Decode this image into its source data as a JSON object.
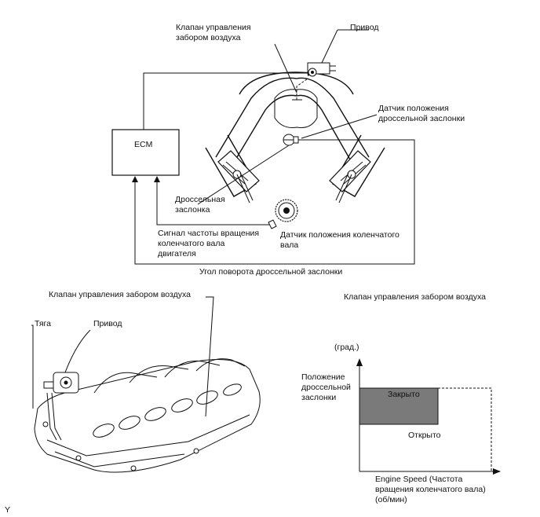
{
  "top_diagram": {
    "label_iacv": "Клапан управления\nзабором воздуха",
    "label_actuator": "Привод",
    "label_tps": "Датчик положения\nдроссельной заслонки",
    "label_ecm": "ECM",
    "label_throttle_valve": "Дроссельная\nзаслонка",
    "label_engine_speed_signal": "Сигнал частоты вращения\nколенчатого вала\nдвигателя",
    "label_crank_sensor": "Датчик положения коленчатого\nвала",
    "label_throttle_angle": "Угол поворота дроссельной заслонки"
  },
  "bottom_left": {
    "label_iacv": "Клапан управления забором воздуха",
    "label_rod": "Тяга",
    "label_actuator": "Привод"
  },
  "bottom_right": {
    "title": "Клапан управления забором воздуха",
    "unit_label": "(град.)",
    "y_label": "Положение\nдроссельной\nзаслонки",
    "region_closed": "Закрыто",
    "region_open": "Открыто",
    "x_label": "Engine Speed (Частота\nвращения коленчатого вала)\n(об/мин)"
  },
  "corner_mark": "Y"
}
